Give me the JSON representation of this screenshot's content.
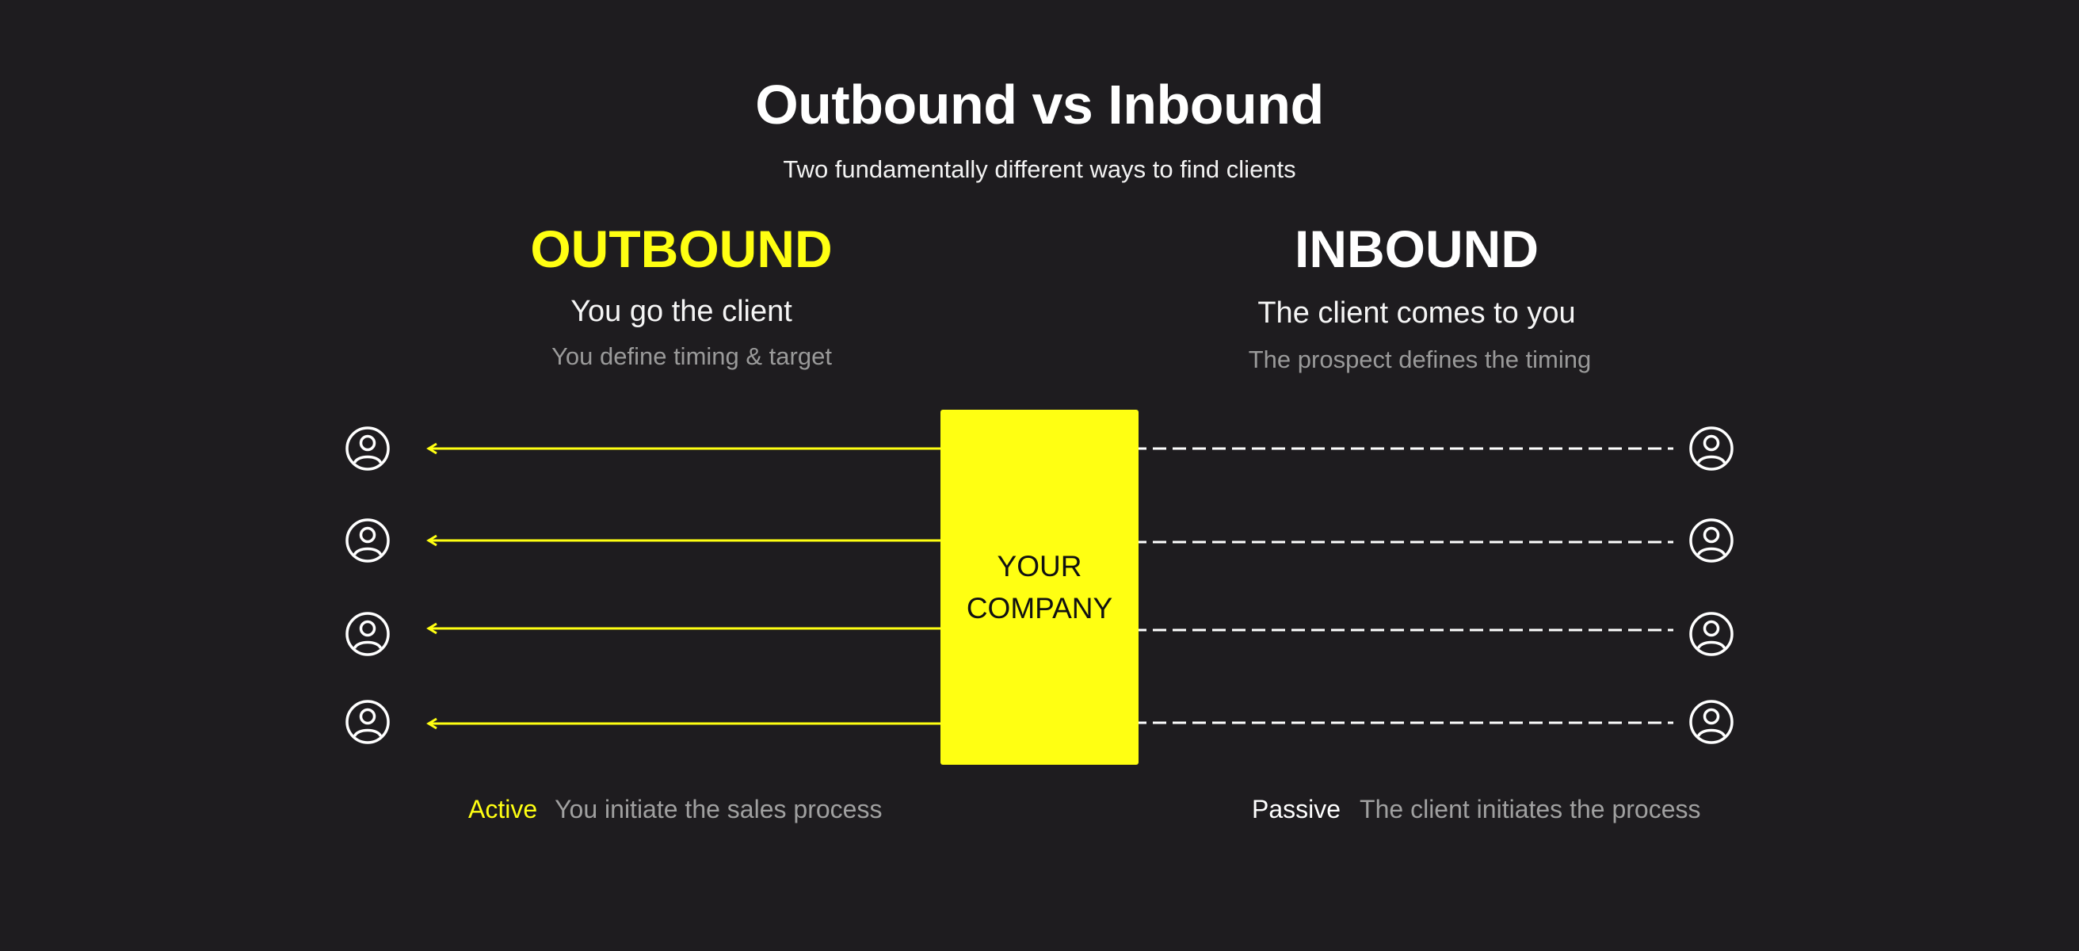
{
  "title": "Outbound vs Inbound",
  "subtitle": "Two fundamentally different ways to find clients",
  "outbound": {
    "heading": "OUTBOUND",
    "tagline": "You go the client",
    "note": "You define timing & target",
    "footer_tag": "Active",
    "footer_text": "You initiate the sales process",
    "color": "#ffff12",
    "connector": "solid-arrow"
  },
  "inbound": {
    "heading": "INBOUND",
    "tagline": "The client comes to you",
    "note": "The prospect defines the timing",
    "footer_tag": "Passive",
    "footer_text": "The client initiates the process",
    "color": "#ffffff",
    "connector": "dashed"
  },
  "center": {
    "label": "YOUR\nCOMPANY",
    "color": "#ffff12"
  },
  "icons": {
    "client": "person-circle-icon"
  },
  "colors": {
    "background": "#1e1c1f",
    "accent": "#ffff12",
    "muted_text": "#9a9a9a"
  }
}
